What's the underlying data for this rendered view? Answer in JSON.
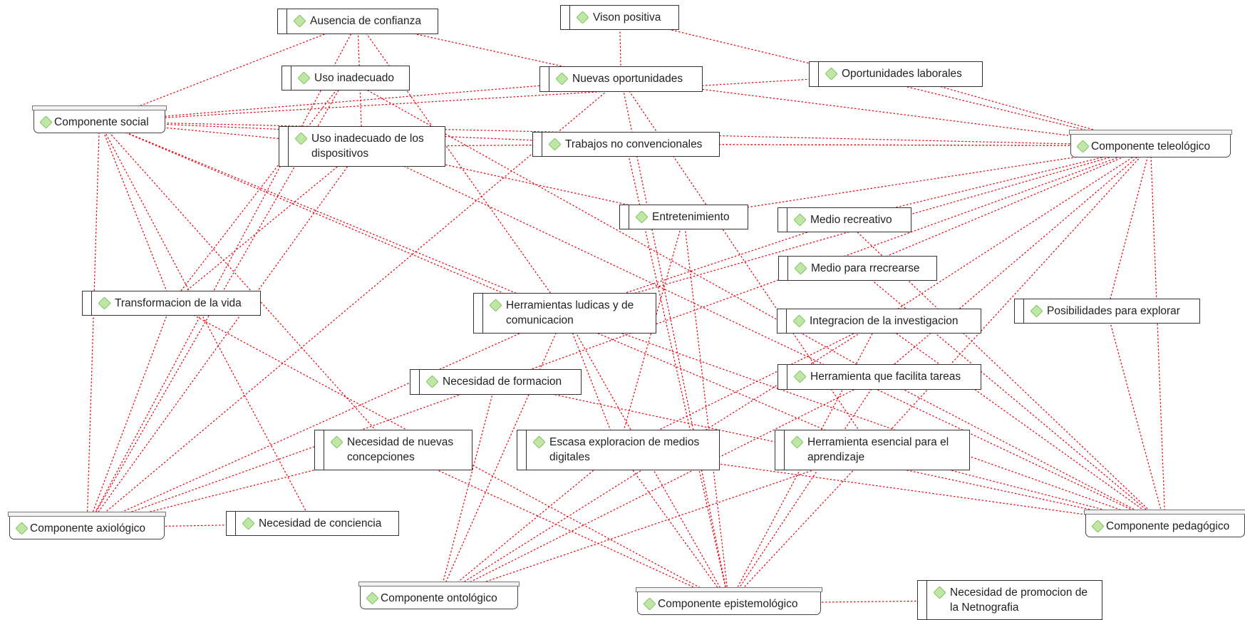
{
  "colors": {
    "link": "#e8000b",
    "node_border": "#333333",
    "icon_fill": "#bfe6a6",
    "icon_stroke": "#7cc45a"
  },
  "icon": "diamond-code-icon",
  "nodes": {
    "ausencia_confianza": "Ausencia de confianza",
    "vison_positiva": "Vison positiva",
    "uso_inadecuado": "Uso inadecuado",
    "nuevas_oportunidades": "Nuevas oportunidades",
    "oportunidades_laborales": "Oportunidades laborales",
    "componente_social": "Componente social",
    "uso_inadecuado_dispositivos": "Uso inadecuado de los dispositivos",
    "trabajos_no_convencionales": "Trabajos no convencionales",
    "componente_teleologico": "Componente teleológico",
    "entretenimiento": "Entretenimiento",
    "medio_recreativo": "Medio recreativo",
    "medio_recrearse": "Medio para rrecrearse",
    "transformacion_vida": "Transformacion de la vida",
    "herramientas_ludicas": "Herramientas ludicas y de comunicacion",
    "integracion_investigacion": "Integracion de la investigacion",
    "posibilidades_explorar": "Posibilidades para explorar",
    "necesidad_formacion": "Necesidad de formacion",
    "herramienta_facilita": "Herramienta que facilita tareas",
    "necesidad_nuevas_concepciones": "Necesidad de nuevas concepciones",
    "escasa_exploracion": "Escasa exploracion de medios digitales",
    "herramienta_esencial": "Herramienta esencial para el aprendizaje",
    "componente_axiologico": "Componente axiológico",
    "necesidad_conciencia": "Necesidad de conciencia",
    "componente_pedagogico": "Componente pedagógico",
    "componente_ontologico": "Componente ontológico",
    "componente_epistemologico": "Componente epistemológico",
    "necesidad_promocion": "Necesidad de promocion de la Netnografia"
  },
  "links": [
    [
      "ausencia_confianza",
      "componente_social"
    ],
    [
      "ausencia_confianza",
      "nuevas_oportunidades"
    ],
    [
      "ausencia_confianza",
      "uso_inadecuado_dispositivos"
    ],
    [
      "ausencia_confianza",
      "herramientas_ludicas"
    ],
    [
      "ausencia_confianza",
      "componente_axiologico"
    ],
    [
      "vison_positiva",
      "nuevas_oportunidades"
    ],
    [
      "vison_positiva",
      "componente_teleologico"
    ],
    [
      "uso_inadecuado",
      "componente_axiologico"
    ],
    [
      "uso_inadecuado",
      "transformacion_vida"
    ],
    [
      "uso_inadecuado",
      "herramienta_facilita"
    ],
    [
      "nuevas_oportunidades",
      "componente_social"
    ],
    [
      "nuevas_oportunidades",
      "componente_teleologico"
    ],
    [
      "nuevas_oportunidades",
      "componente_axiologico"
    ],
    [
      "nuevas_oportunidades",
      "componente_epistemologico"
    ],
    [
      "nuevas_oportunidades",
      "herramienta_esencial"
    ],
    [
      "oportunidades_laborales",
      "componente_social"
    ],
    [
      "oportunidades_laborales",
      "componente_teleologico"
    ],
    [
      "componente_social",
      "uso_inadecuado_dispositivos"
    ],
    [
      "componente_social",
      "trabajos_no_convencionales"
    ],
    [
      "componente_social",
      "transformacion_vida"
    ],
    [
      "componente_social",
      "componente_axiologico"
    ],
    [
      "componente_social",
      "herramientas_ludicas"
    ],
    [
      "componente_social",
      "necesidad_conciencia"
    ],
    [
      "componente_social",
      "necesidad_nuevas_concepciones"
    ],
    [
      "componente_social",
      "herramienta_esencial"
    ],
    [
      "componente_social",
      "componente_teleologico"
    ],
    [
      "uso_inadecuado_dispositivos",
      "trabajos_no_convencionales"
    ],
    [
      "uso_inadecuado_dispositivos",
      "entretenimiento"
    ],
    [
      "uso_inadecuado_dispositivos",
      "componente_pedagogico"
    ],
    [
      "uso_inadecuado_dispositivos",
      "componente_axiologico"
    ],
    [
      "uso_inadecuado_dispositivos",
      "transformacion_vida"
    ],
    [
      "trabajos_no_convencionales",
      "componente_teleologico"
    ],
    [
      "trabajos_no_convencionales",
      "componente_teleologico"
    ],
    [
      "trabajos_no_convencionales",
      "componente_epistemologico"
    ],
    [
      "componente_teleologico",
      "entretenimiento"
    ],
    [
      "componente_teleologico",
      "medio_recreativo"
    ],
    [
      "componente_teleologico",
      "medio_recrearse"
    ],
    [
      "componente_teleologico",
      "integracion_investigacion"
    ],
    [
      "componente_teleologico",
      "herramientas_ludicas"
    ],
    [
      "componente_teleologico",
      "necesidad_formacion"
    ],
    [
      "componente_teleologico",
      "herramienta_facilita"
    ],
    [
      "componente_teleologico",
      "herramienta_esencial"
    ],
    [
      "componente_teleologico",
      "posibilidades_explorar"
    ],
    [
      "componente_teleologico",
      "componente_pedagogico"
    ],
    [
      "entretenimiento",
      "componente_epistemologico"
    ],
    [
      "entretenimiento",
      "escasa_exploracion"
    ],
    [
      "medio_recreativo",
      "herramientas_ludicas"
    ],
    [
      "medio_recreativo",
      "componente_pedagogico"
    ],
    [
      "medio_recrearse",
      "componente_pedagogico"
    ],
    [
      "herramientas_ludicas",
      "componente_ontologico"
    ],
    [
      "herramientas_ludicas",
      "componente_axiologico"
    ],
    [
      "herramientas_ludicas",
      "componente_pedagogico"
    ],
    [
      "herramientas_ludicas",
      "componente_epistemologico"
    ],
    [
      "herramientas_ludicas",
      "escasa_exploracion"
    ],
    [
      "integracion_investigacion",
      "componente_ontologico"
    ],
    [
      "integracion_investigacion",
      "componente_epistemologico"
    ],
    [
      "integracion_investigacion",
      "escasa_exploracion"
    ],
    [
      "integracion_investigacion",
      "componente_pedagogico"
    ],
    [
      "herramienta_facilita",
      "componente_epistemologico"
    ],
    [
      "herramienta_facilita",
      "componente_pedagogico"
    ],
    [
      "herramienta_facilita",
      "componente_ontologico"
    ],
    [
      "posibilidades_explorar",
      "componente_pedagogico"
    ],
    [
      "necesidad_formacion",
      "componente_axiologico"
    ],
    [
      "necesidad_formacion",
      "componente_pedagogico"
    ],
    [
      "necesidad_formacion",
      "componente_ontologico"
    ],
    [
      "necesidad_nuevas_concepciones",
      "componente_axiologico"
    ],
    [
      "necesidad_nuevas_concepciones",
      "componente_epistemologico"
    ],
    [
      "escasa_exploracion",
      "componente_ontologico"
    ],
    [
      "escasa_exploracion",
      "componente_epistemologico"
    ],
    [
      "escasa_exploracion",
      "componente_pedagogico"
    ],
    [
      "herramienta_esencial",
      "componente_ontologico"
    ],
    [
      "herramienta_esencial",
      "componente_epistemologico"
    ],
    [
      "herramienta_esencial",
      "componente_pedagogico"
    ],
    [
      "transformacion_vida",
      "componente_axiologico"
    ],
    [
      "transformacion_vida",
      "componente_epistemologico"
    ],
    [
      "componente_axiologico",
      "necesidad_conciencia"
    ],
    [
      "componente_epistemologico",
      "necesidad_promocion"
    ]
  ]
}
